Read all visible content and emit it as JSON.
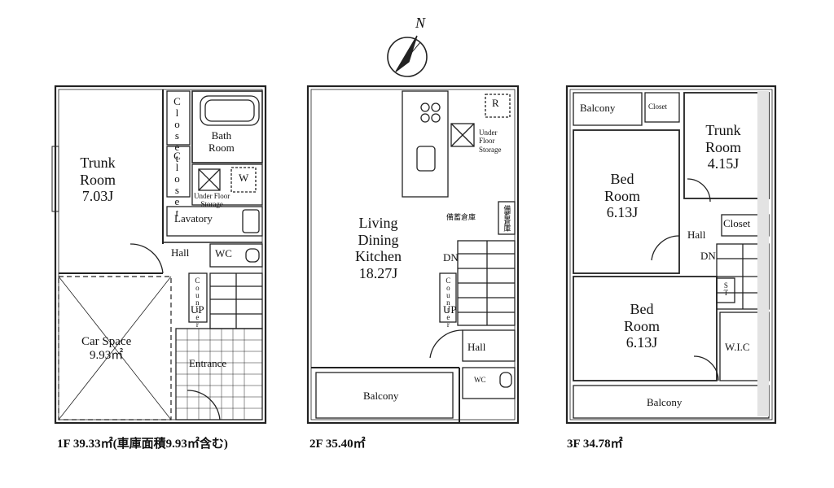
{
  "compass": {
    "label": "N"
  },
  "floor1": {
    "rooms": {
      "trunk_room": {
        "name": "Trunk\nRoom",
        "size": "7.03J"
      },
      "car_space": {
        "name": "Car Space",
        "size": "9.93㎡"
      },
      "bath_room": "Bath\nRoom",
      "lavatory": "Lavatory",
      "hall": "Hall",
      "wc": "WC",
      "entrance": "Entrance",
      "closet_a": "Closet",
      "closet_b": "Closet",
      "under_floor": "Under Floor\nStorage",
      "w": "W",
      "counter": "Counter",
      "up": "UP"
    },
    "caption": "1F  39.33㎡(車庫面積9.93㎡含む)"
  },
  "floor2": {
    "rooms": {
      "ldk": {
        "name": "Living\nDining\nKitchen",
        "size": "18.27J"
      },
      "balcony": "Balcony",
      "hall": "Hall",
      "wc": "WC",
      "under_floor": "Under\nFloor\nStorage",
      "r": "R",
      "storage_jp": "備蓄倉庫",
      "storage_jp_v": "備蓄倉庫",
      "counter": "Counter",
      "dn": "DN",
      "up": "UP"
    },
    "caption": "2F  35.40㎡"
  },
  "floor3": {
    "rooms": {
      "bed_a": {
        "name": "Bed\nRoom",
        "size": "6.13J"
      },
      "bed_b": {
        "name": "Bed\nRoom",
        "size": "6.13J"
      },
      "trunk_room": {
        "name": "Trunk\nRoom",
        "size": "4.15J"
      },
      "balcony_top": "Balcony",
      "balcony_bottom": "Balcony",
      "closet_small": "Closet",
      "closet": "Closet",
      "hall": "Hall",
      "dn": "DN",
      "st": "ST",
      "wic": "W.I.C"
    },
    "caption": "3F  34.78㎡"
  }
}
